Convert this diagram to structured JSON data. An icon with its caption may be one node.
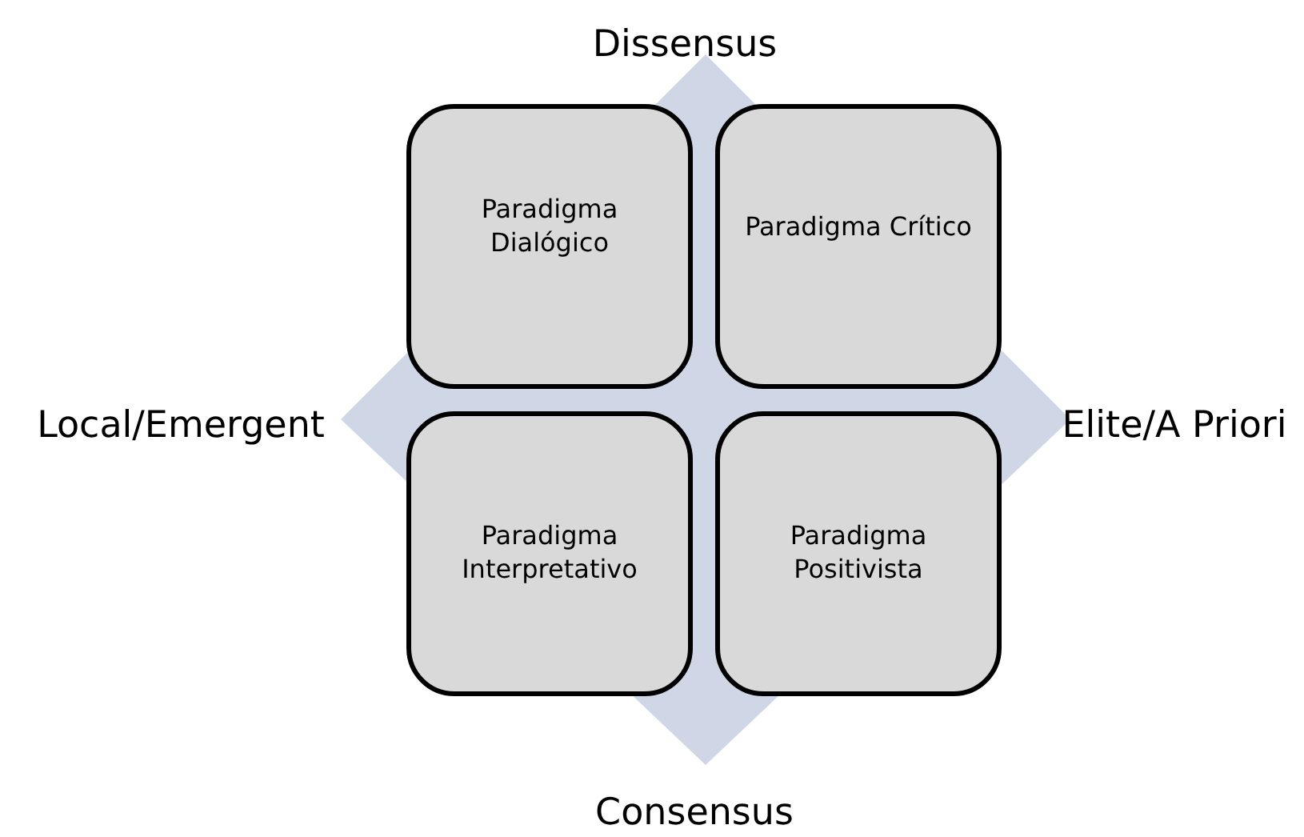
{
  "diagram": {
    "nodes": [
      {
        "text": [
          "Paradigma Dialógico"
        ]
      },
      {
        "text": [
          "Paradigma Crítico"
        ]
      },
      {
        "text": [
          "Paradigma Interpretativo"
        ]
      },
      {
        "text": [
          "Paradigma Positivista"
        ]
      }
    ],
    "labels": [
      "Dissensus",
      "Local/Emergent",
      "Elite/A Priori",
      "Consensus"
    ]
  }
}
